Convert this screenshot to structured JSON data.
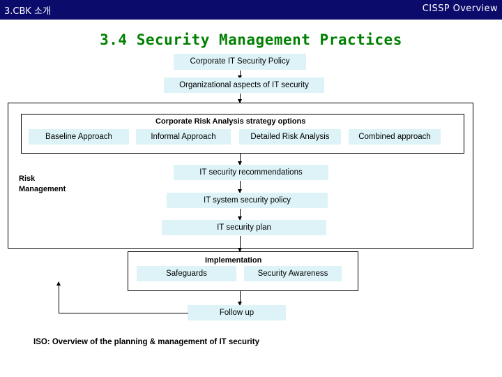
{
  "header": {
    "left_title": "3.CBK 소개",
    "right_title": "CISSP Overview",
    "bar_color": "#0b0b6b"
  },
  "slide": {
    "title": "3.4 Security Management Practices",
    "title_color": "#008000",
    "box_fill": "#ddf3f7"
  },
  "diagram": {
    "corporate_policy": "Corporate IT Security Policy",
    "organizational_aspects": "Organizational aspects of IT security",
    "risk_strategy_heading": "Corporate Risk Analysis strategy options",
    "strategy_options": [
      "Baseline Approach",
      "Informal Approach",
      "Detailed Risk Analysis",
      "Combined approach"
    ],
    "risk_management_label": "Risk\nManagement",
    "risk_management_line1": "Risk",
    "risk_management_line2": "Management",
    "it_security_recommendations": "IT security recommendations",
    "it_system_security_policy": "IT system security policy",
    "it_security_plan": "IT security plan",
    "implementation_heading": "Implementation",
    "safeguards": "Safeguards",
    "security_awareness": "Security Awareness",
    "follow_up": "Follow up",
    "caption": "ISO: Overview of the planning & management of IT security"
  }
}
